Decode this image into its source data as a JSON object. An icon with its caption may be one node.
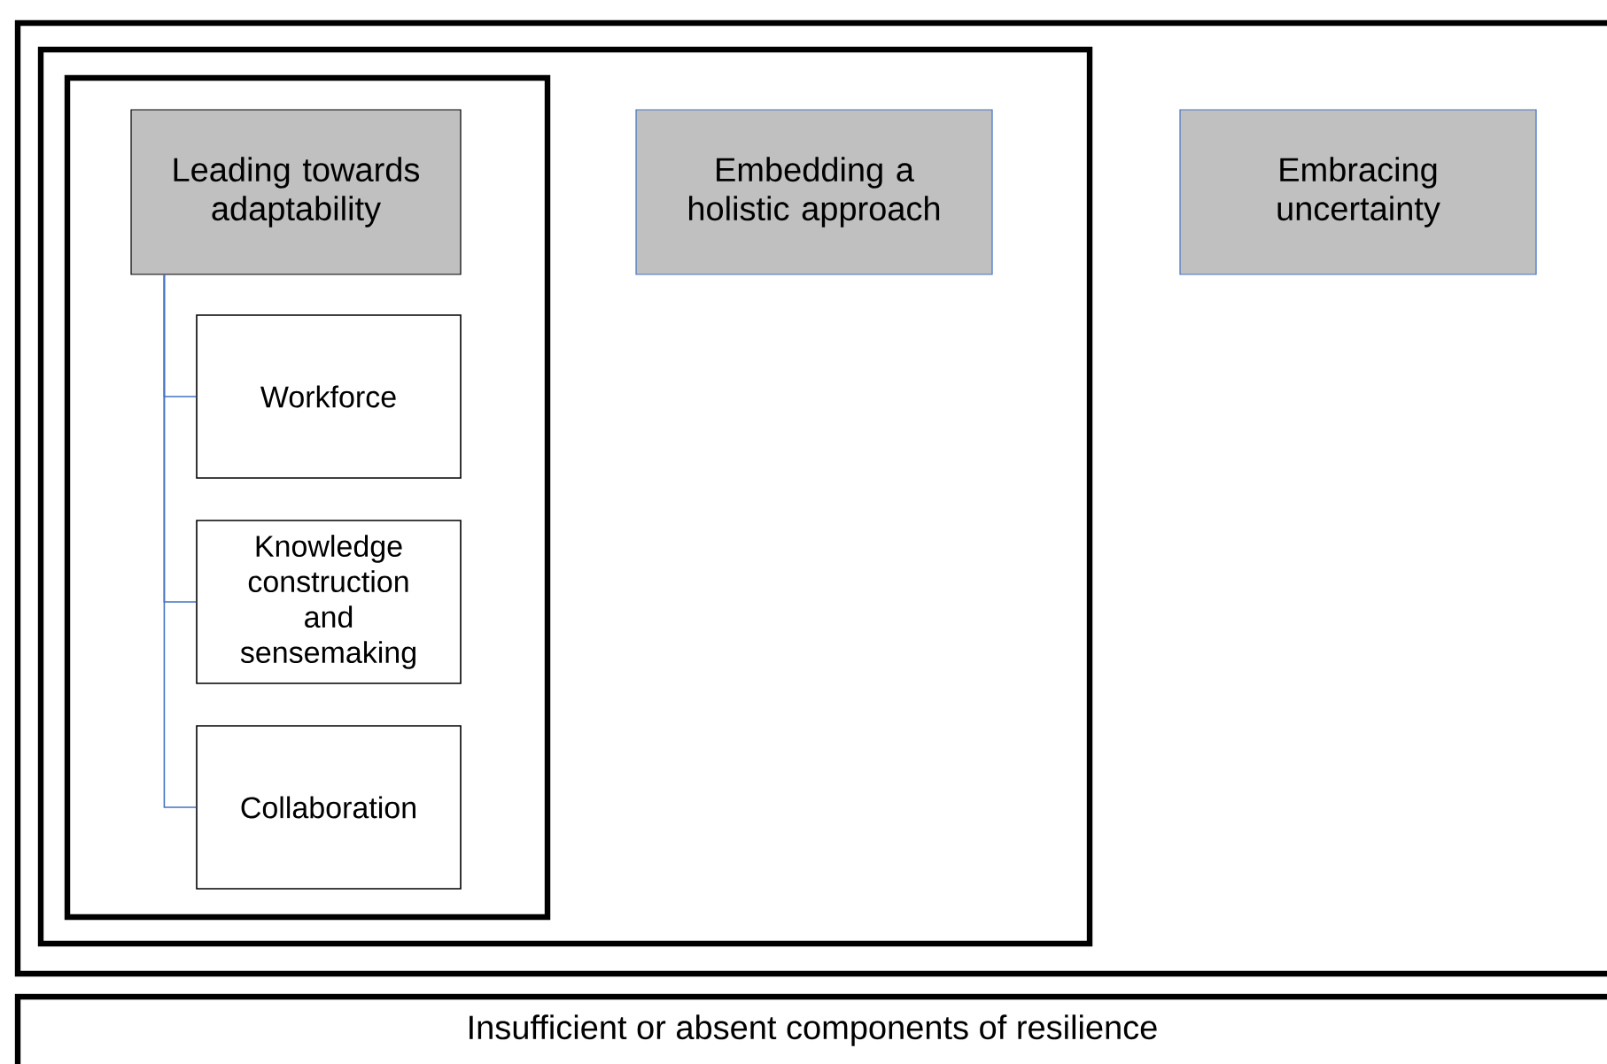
{
  "diagram": {
    "nodes": [
      {
        "text": [],
        "shape": "box"
      },
      {
        "text": [],
        "shape": "box",
        "in": 0
      },
      {
        "text": [],
        "shape": "box",
        "in": 1
      },
      {
        "text": [
          "Leading towards adaptability"
        ],
        "in": 2
      },
      {
        "text": [
          "Workforce"
        ],
        "in": 2
      },
      {
        "text": [
          "Knowledge construction and sensemaking"
        ],
        "in": 2
      },
      {
        "text": [
          "Collaboration"
        ],
        "in": 2
      },
      {
        "text": [
          "Embedding a holistic approach"
        ],
        "in": 1
      },
      {
        "text": [
          "Embracing uncertainty"
        ],
        "in": 0
      },
      {
        "text": [
          "Insufficient or absent components of resilience"
        ]
      }
    ],
    "edges": [
      {
        "from": 3,
        "to": 4,
        "arrow": "none"
      },
      {
        "from": 3,
        "to": 5,
        "arrow": "none"
      },
      {
        "from": 3,
        "to": 6,
        "arrow": "none"
      }
    ]
  }
}
